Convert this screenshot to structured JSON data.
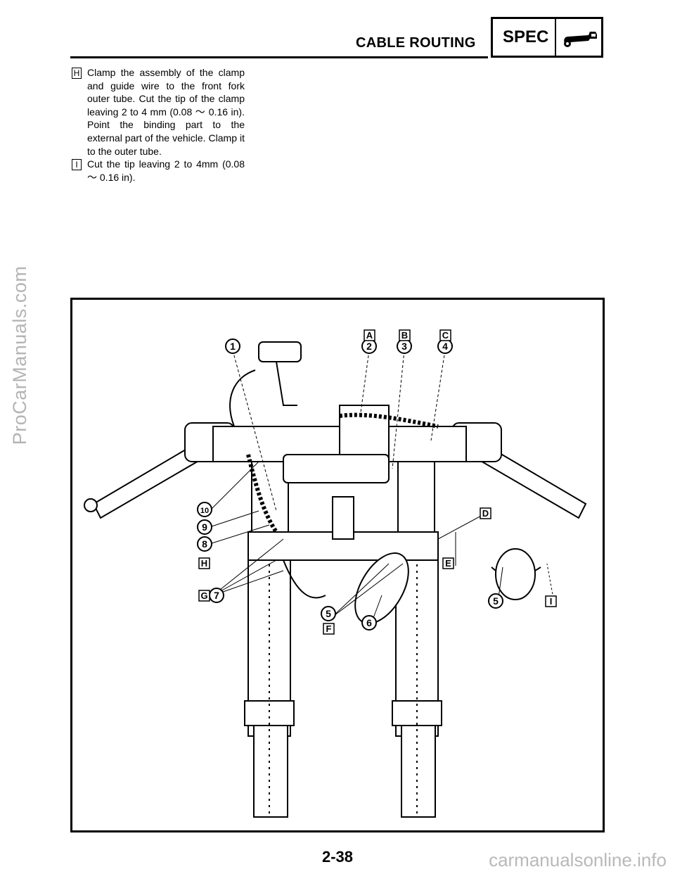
{
  "watermarks": {
    "side": "ProCarManuals.com",
    "bottom": "carmanualsonline.info"
  },
  "header": {
    "section_title": "CABLE ROUTING",
    "badge": "SPEC",
    "badge_icon": "wrench-gauge-icon"
  },
  "notes": [
    {
      "tag": "H",
      "text": "Clamp the assembly of the clamp and guide wire to the front fork outer tube. Cut the tip of the clamp leaving 2 to 4 mm (0.08 ～ 0.16 in). Point the binding part to the external part of the vehicle. Clamp it to the outer tube."
    },
    {
      "tag": "I",
      "text": "Cut the tip leaving 2 to 4mm (0.08 ～ 0.16 in)."
    }
  ],
  "figure": {
    "callouts": {
      "c1": "1",
      "c2": "2",
      "c3": "3",
      "c4": "4",
      "c5a": "5",
      "c5b": "5",
      "c6": "6",
      "c7": "7",
      "c8": "8",
      "c9": "9",
      "c10": "10"
    },
    "letters": {
      "A": "A",
      "B": "B",
      "C": "C",
      "D": "D",
      "E": "E",
      "F": "F",
      "G": "G",
      "H": "H",
      "I": "I"
    }
  },
  "footer": {
    "page_number": "2-38"
  }
}
